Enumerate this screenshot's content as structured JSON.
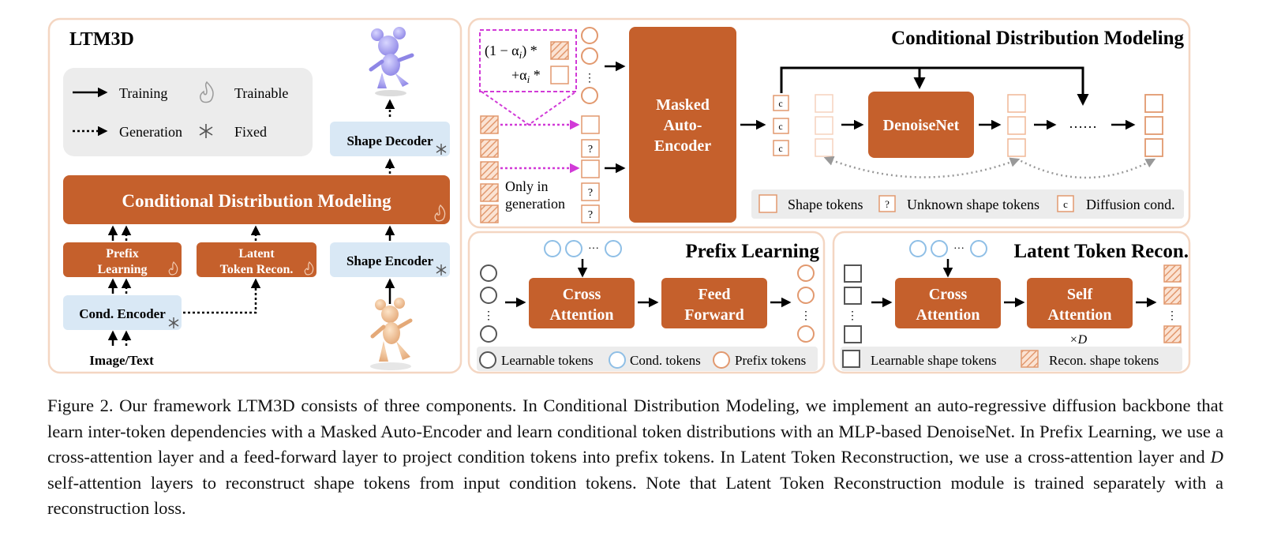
{
  "colors": {
    "orange": "#c5602c",
    "panel_border": "#f4d6c2",
    "light_blue": "#d9e8f5",
    "legend_bg": "#ececec",
    "magenta": "#d13ad7",
    "token_orange": "#e2996f",
    "token_blue": "#8fbfe6",
    "token_gray": "#555555"
  },
  "overview": {
    "title": "LTM3D",
    "legend": {
      "training": "Training",
      "generation": "Generation",
      "trainable": "Trainable",
      "fixed": "Fixed"
    },
    "shape_decoder": "Shape Decoder",
    "cdm": "Conditional Distribution Modeling",
    "prefix_learning": [
      "Prefix",
      "Learning"
    ],
    "latent_recon": [
      "Latent",
      "Token Recon."
    ],
    "shape_encoder": "Shape Encoder",
    "cond_encoder": "Cond. Encoder",
    "input_label": "Image/Text"
  },
  "cdm_panel": {
    "title": "Conditional Distribution Modeling",
    "mix_formula_1": "(1 − α",
    "mix_formula_1_sub": "i",
    "mix_formula_1_tail": ") *",
    "mix_formula_2": "+α",
    "mix_formula_2_sub": "i",
    "mix_formula_2_tail": " *",
    "only_in_generation": [
      "Only in",
      "generation"
    ],
    "unknown_mark": "?",
    "cond_mark": "c",
    "mae": [
      "Masked",
      "Auto-",
      "Encoder"
    ],
    "denoisenet": "DenoiseNet",
    "ellipsis": "……",
    "legend": {
      "shape_tokens": "Shape tokens",
      "unknown_tokens": "Unknown shape tokens",
      "diffusion_cond": "Diffusion cond."
    }
  },
  "prefix_panel": {
    "title": "Prefix Learning",
    "cross_attention": [
      "Cross",
      "Attention"
    ],
    "feed_forward": [
      "Feed",
      "Forward"
    ],
    "legend": {
      "learnable": "Learnable tokens",
      "cond": "Cond. tokens",
      "prefix": "Prefix tokens"
    }
  },
  "recon_panel": {
    "title": "Latent Token Recon.",
    "cross_attention": [
      "Cross",
      "Attention"
    ],
    "self_attention": [
      "Self",
      "Attention"
    ],
    "repeat": "×D",
    "legend": {
      "learnable_shape": "Learnable shape tokens",
      "recon_shape": "Recon. shape tokens"
    }
  },
  "caption": {
    "text_1": "Figure 2. Our framework LTM3D consists of three components. In Conditional Distribution Modeling, we implement an auto-regressive diffusion backbone that learn inter-token dependencies with a Masked Auto-Encoder and learn conditional token distributions with an MLP-based DenoiseNet. In Prefix Learning, we use a cross-attention layer and a feed-forward layer to project condition tokens into prefix tokens. In Latent Token Reconstruction, we use a cross-attention layer and ",
    "var_d": "D",
    "text_2": " self-attention layers to reconstruct shape tokens from input condition tokens. Note that Latent Token Reconstruction module is trained separately with a reconstruction loss."
  }
}
